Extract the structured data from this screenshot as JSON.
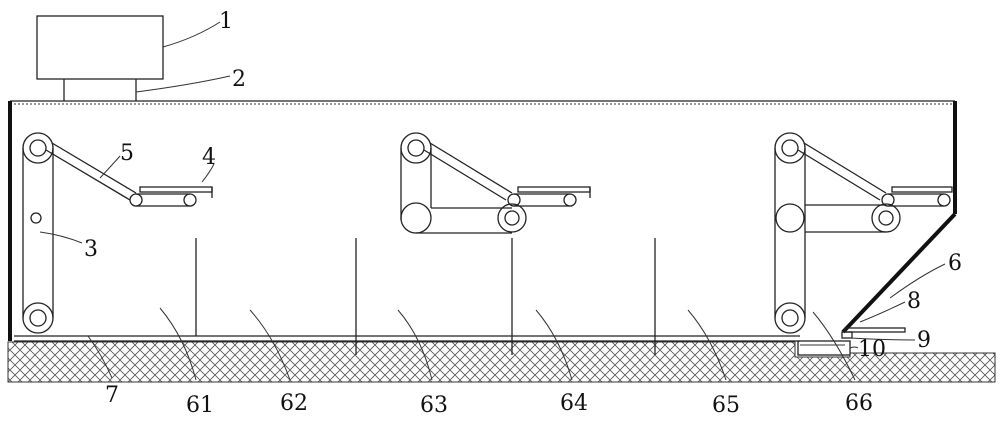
{
  "labels": {
    "l1": "1",
    "l2": "2",
    "l3": "3",
    "l4": "4",
    "l5": "5",
    "l6": "6",
    "l7": "7",
    "l8": "8",
    "l9": "9",
    "l10": "10",
    "l61": "61",
    "l62": "62",
    "l63": "63",
    "l64": "64",
    "l65": "65",
    "l66": "66"
  }
}
